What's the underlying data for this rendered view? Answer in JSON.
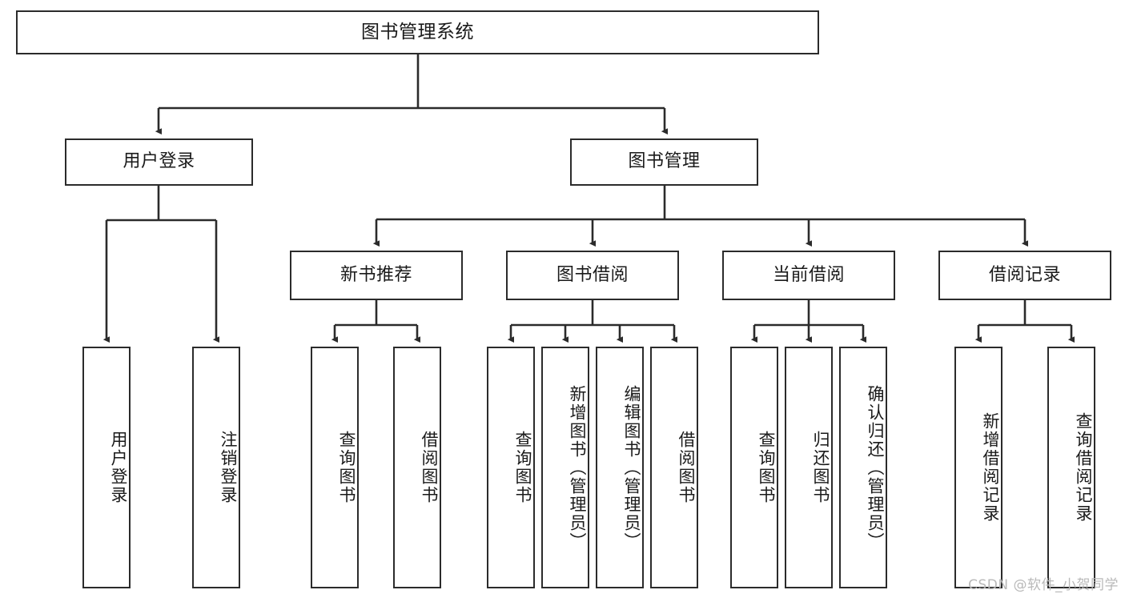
{
  "diagram": {
    "title": "图书管理系统",
    "watermark": "CSDN @软件_小贺同学",
    "colors": {
      "node_border": "#2b2b2b",
      "node_fill": "#ffffff",
      "edge": "#2b2b2b",
      "text": "#1a1a1a",
      "watermark": "#b9b9b9",
      "background": "#ffffff"
    },
    "root": {
      "label": "图书管理系统"
    },
    "level2": [
      {
        "label": "用户登录"
      },
      {
        "label": "图书管理"
      }
    ],
    "level3": [
      {
        "label": "新书推荐"
      },
      {
        "label": "图书借阅"
      },
      {
        "label": "当前借阅"
      },
      {
        "label": "借阅记录"
      }
    ],
    "leaves": {
      "user_login": [
        {
          "label": "用户登录"
        },
        {
          "label": "注销登录"
        }
      ],
      "new_book_recommend": [
        {
          "label": "查询图书"
        },
        {
          "label": "借阅图书"
        }
      ],
      "book_borrow": [
        {
          "label": "查询图书"
        },
        {
          "label": "新增图书（管理员）"
        },
        {
          "label": "编辑图书（管理员）"
        },
        {
          "label": "借阅图书"
        }
      ],
      "current_borrow": [
        {
          "label": "查询图书"
        },
        {
          "label": "归还图书"
        },
        {
          "label": "确认归还（管理员）"
        }
      ],
      "borrow_record": [
        {
          "label": "新增借阅记录"
        },
        {
          "label": "查询借阅记录"
        }
      ]
    }
  }
}
